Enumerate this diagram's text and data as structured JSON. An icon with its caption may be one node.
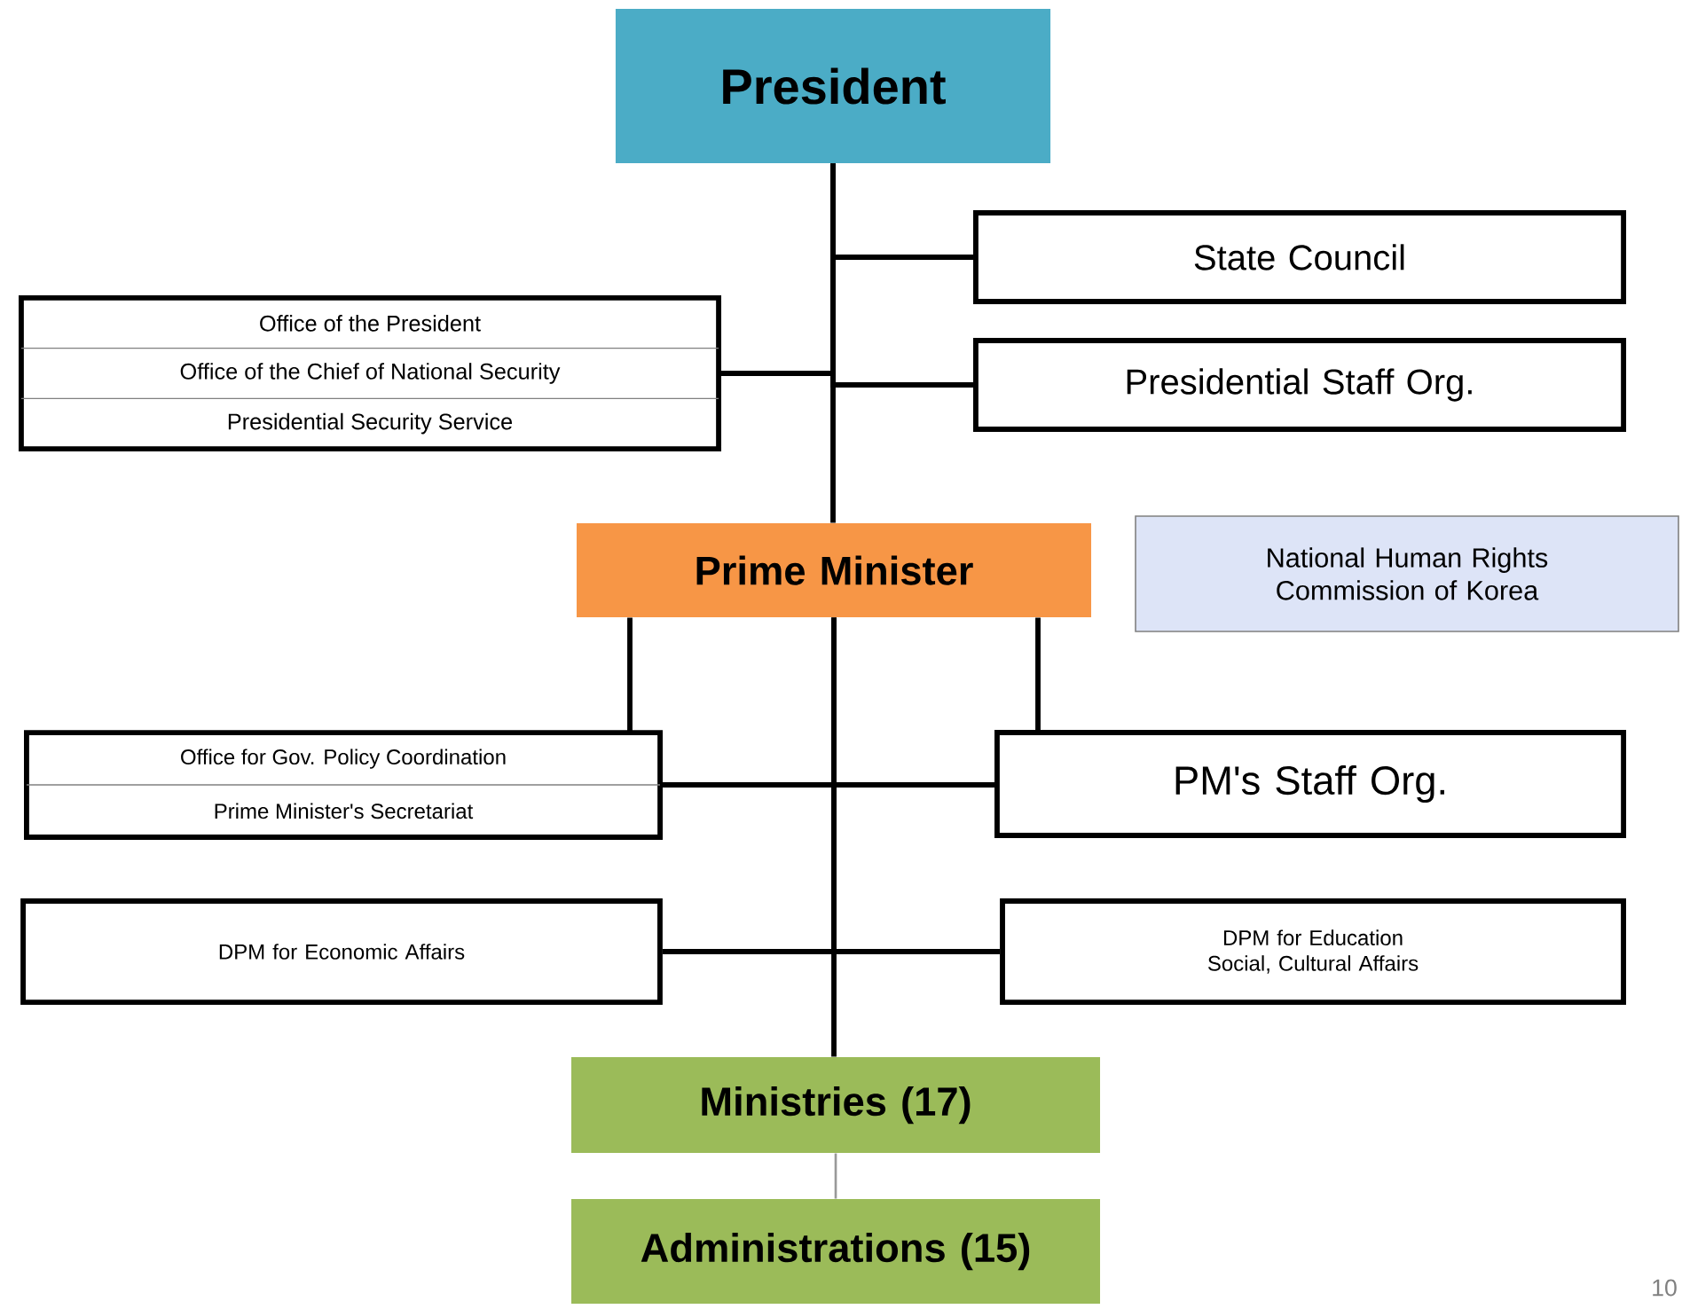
{
  "diagram": {
    "nodes": [
      {
        "text": [
          "President"
        ]
      },
      {
        "text": [
          "State Council"
        ]
      },
      {
        "text": [
          "Office of the President",
          "Office of the Chief of National Security",
          "Presidential Security Service"
        ]
      },
      {
        "text": [
          "Presidential Staff Org."
        ]
      },
      {
        "text": [
          "Prime Minister"
        ]
      },
      {
        "text": [
          "National Human Rights Commission of Korea"
        ]
      },
      {
        "text": [
          "Office for Gov. Policy Coordination",
          "Prime Minister's Secretariat"
        ]
      },
      {
        "text": [
          "PM's Staff Org."
        ]
      },
      {
        "text": [
          "DPM for Economic Affairs"
        ]
      },
      {
        "text": [
          "DPM for Education Social, Cultural Affairs"
        ]
      },
      {
        "text": [
          "Ministries (17)"
        ]
      },
      {
        "text": [
          "Administrations (15)"
        ]
      }
    ],
    "edges": [
      {
        "from": 0,
        "to": 4,
        "arrow": "none"
      },
      {
        "from": 0,
        "to": 1,
        "arrow": "none"
      },
      {
        "from": 0,
        "to": 2,
        "arrow": "none"
      },
      {
        "from": 0,
        "to": 3,
        "arrow": "none"
      },
      {
        "from": 4,
        "to": 6,
        "arrow": "none"
      },
      {
        "from": 4,
        "to": 7,
        "arrow": "none"
      },
      {
        "from": 6,
        "to": 7,
        "arrow": "none"
      },
      {
        "from": 4,
        "to": 8,
        "arrow": "none"
      },
      {
        "from": 4,
        "to": 9,
        "arrow": "none"
      },
      {
        "from": 4,
        "to": 10,
        "arrow": "none"
      },
      {
        "from": 10,
        "to": 11,
        "arrow": "none",
        "color": "#999999"
      }
    ],
    "labels": [
      "10"
    ]
  }
}
